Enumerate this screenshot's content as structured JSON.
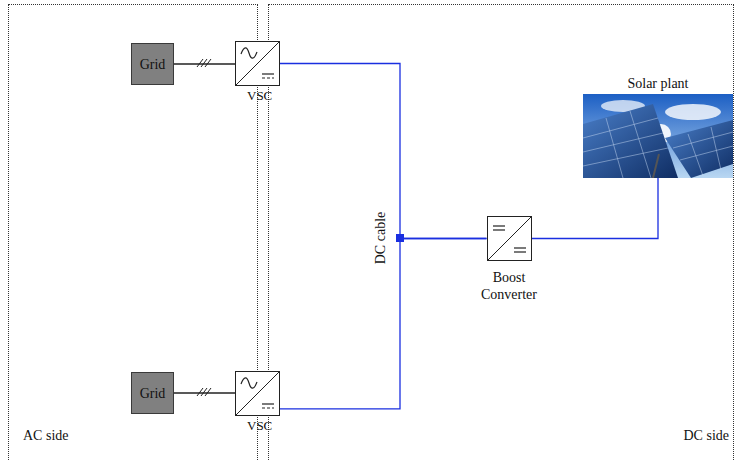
{
  "diagram": {
    "nodes": [
      {
        "text": [
          "AC side"
        ]
      },
      {
        "text": [
          "DC side"
        ]
      },
      {
        "text": [
          "Grid"
        ],
        "in": 0
      },
      {
        "text": [
          "VSC"
        ]
      },
      {
        "text": [
          "Solar plant"
        ],
        "in": 1
      },
      {
        "text": [
          "Boost Converter"
        ],
        "in": 1
      },
      {
        "text": [
          "Grid"
        ],
        "in": 0
      },
      {
        "text": [
          "VSC"
        ]
      }
    ],
    "edges": [
      {
        "from": 2,
        "to": 3,
        "arrow": "none"
      },
      {
        "from": 3,
        "to": 5,
        "arrow": "none"
      },
      {
        "from": 7,
        "to": 5,
        "arrow": "none"
      },
      {
        "from": 5,
        "to": 4,
        "arrow": "none"
      },
      {
        "from": 6,
        "to": 7,
        "arrow": "none"
      }
    ],
    "labels": [
      "DC cable"
    ]
  }
}
